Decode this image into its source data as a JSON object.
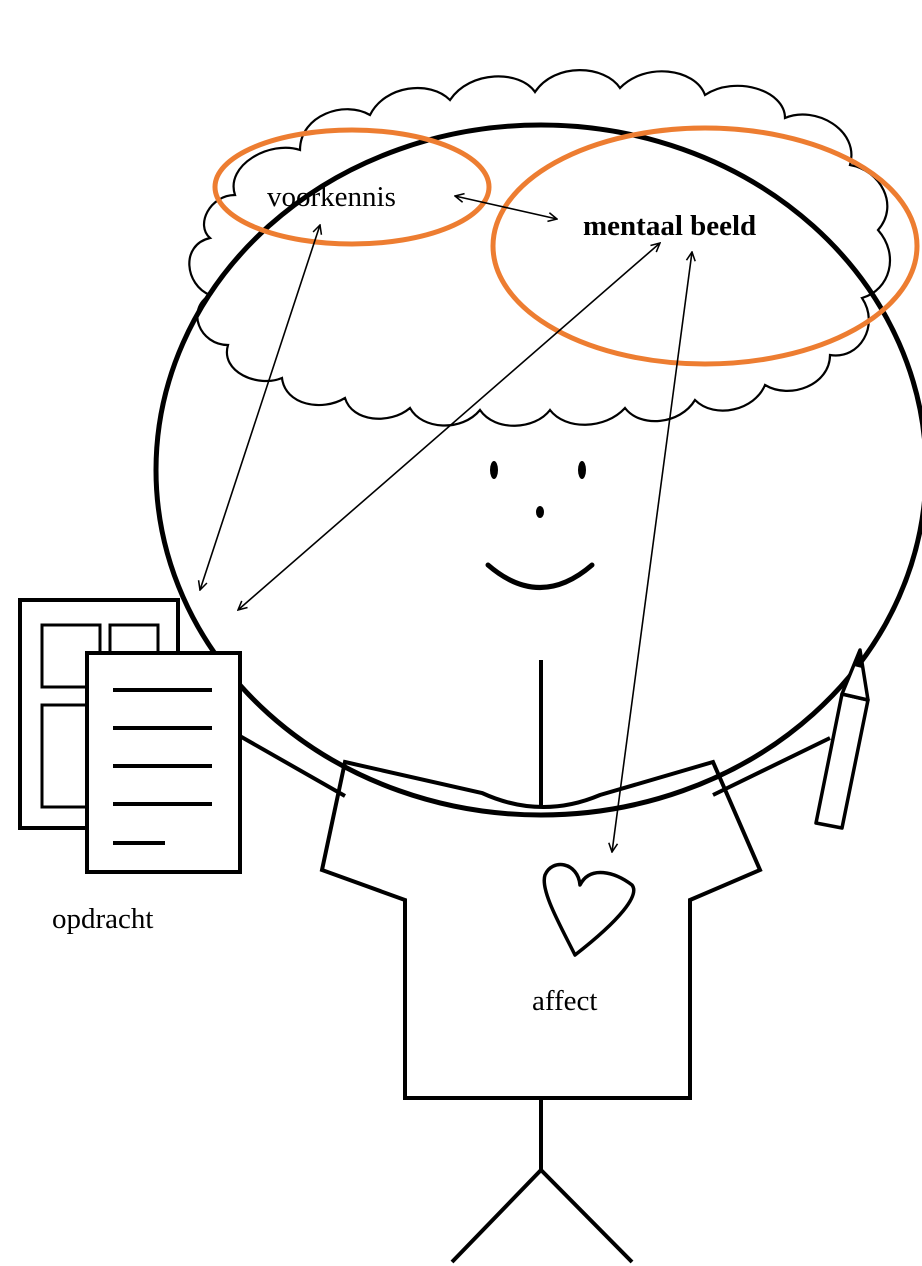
{
  "labels": {
    "prior_knowledge": "voorkennis",
    "mental_image": "mentaal beeld",
    "task": "opdracht",
    "affect": "affect"
  },
  "colors": {
    "highlight": "#ED7D31",
    "ink": "#000000",
    "background": "#ffffff"
  },
  "icons": {
    "task_pages": "document-stack-icon",
    "heart": "heart-icon",
    "pencil": "pencil-icon",
    "thought_cloud": "cloud-icon"
  }
}
